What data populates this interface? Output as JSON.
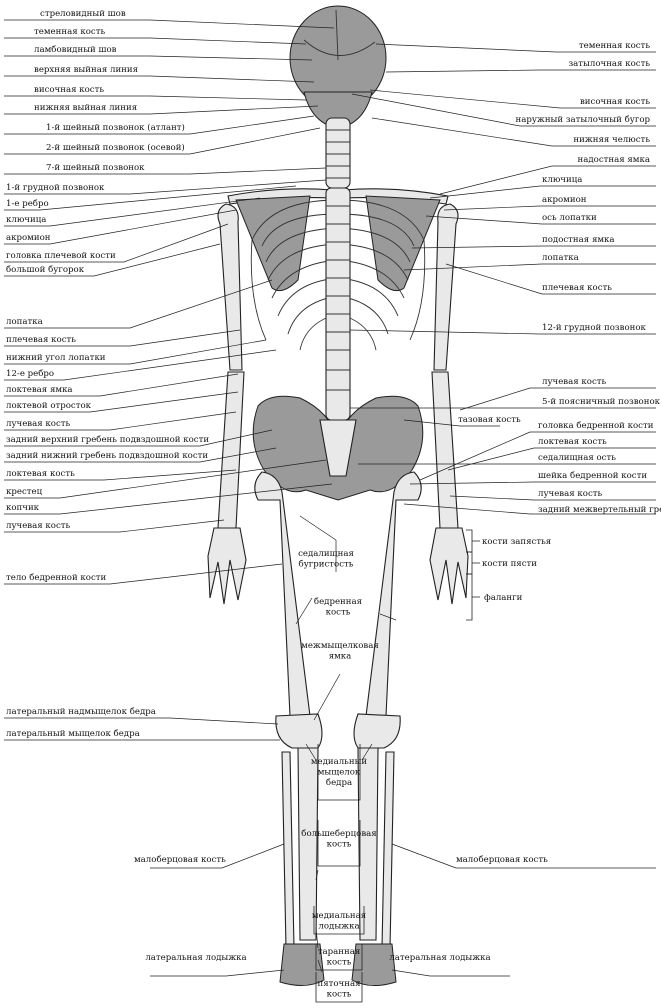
{
  "labels": {
    "left": [
      "стреловидный шов",
      "теменная кость",
      "ламбовидный шов",
      "верхняя выйная линия",
      "височная кость",
      "нижняя выйная линия",
      "1-й шейный позвонок (атлант)",
      "2-й шейный позвонок (осевой)",
      "7-й шейный позвонок",
      "1-й грудной позвонок",
      "1-е ребро",
      "ключица",
      "акромион",
      "головка плечевой кости",
      "большой бугорок",
      "лопатка",
      "плечевая кость",
      "нижний угол лопатки",
      "12-е ребро",
      "локтевая ямка",
      "локтевой отросток",
      "лучевая кость",
      "задний верхний гребень подвздошной кости",
      "задний нижний гребень подвздошной кости",
      "локтевая кость",
      "крестец",
      "копчик",
      "лучевая кость",
      "тело бедренной кости",
      "латеральный надмыщелок бедра",
      "латеральный мыщелок бедра",
      "малоберцовая кость",
      "латеральная лодыжка"
    ],
    "right": [
      "теменная кость",
      "затылочная кость",
      "височная кость",
      "наружный затылочный бугор",
      "нижняя челюсть",
      "надостная ямка",
      "ключица",
      "акромион",
      "ось лопатки",
      "подостная ямка",
      "лопатка",
      "плечевая кость",
      "12-й грудной позвонок",
      "лучевая кость",
      "5-й поясничный позвонок",
      "тазовая кость",
      "головка бедренной кости",
      "локтевая кость",
      "седалищная ость",
      "шейка бедренной кости",
      "лучевая кость",
      "задний межвертельный гребень",
      "кости запястья",
      "кости пясти",
      "фаланги",
      "малоберцовая кость",
      "латеральная лодыжка"
    ],
    "center": [
      "седалищная бугристость",
      "бедренная кость",
      "межмыщелковая ямка",
      "медиальный мыщелок бедра",
      "большеберцовая кость",
      "медиальная лодыжка",
      "таранная кость",
      "пяточная кость"
    ]
  }
}
